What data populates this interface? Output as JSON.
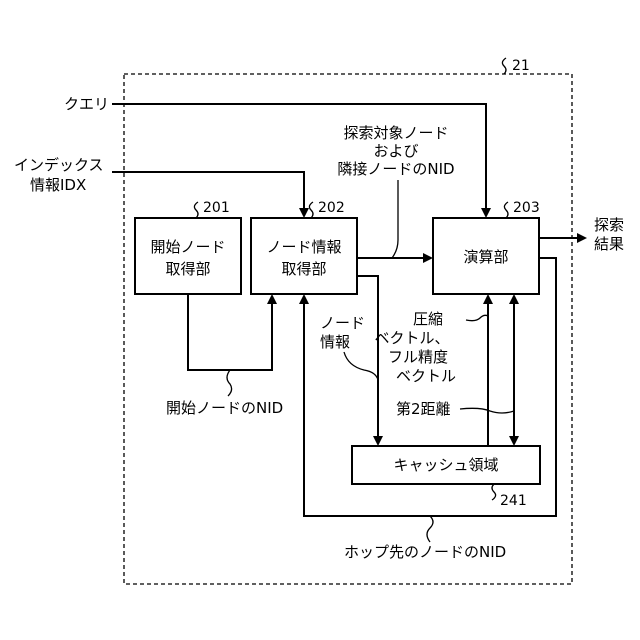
{
  "reference": {
    "frame": "21",
    "start_node_unit": "201",
    "node_info_unit": "202",
    "compute_unit": "203",
    "cache_area": "241"
  },
  "blocks": {
    "start_node": [
      "開始ノード",
      "取得部"
    ],
    "node_info": [
      "ノード情報",
      "取得部"
    ],
    "compute": "演算部",
    "cache": "キャッシュ領域"
  },
  "labels": {
    "query": "クエリ",
    "index_info": [
      "インデックス",
      "情報IDX"
    ],
    "search_target": [
      "探索対象ノード",
      "および",
      "隣接ノードのNID"
    ],
    "search_result": [
      "探索",
      "結果"
    ],
    "node_info": [
      "ノード",
      "情報"
    ],
    "compressed_vectors": [
      "圧縮",
      "ベクトル、",
      "フル精度",
      "ベクトル"
    ],
    "second_distance": "第2距離",
    "start_node_nid": "開始ノードのNID",
    "hop_dest_nid": "ホップ先のノードのNID"
  }
}
